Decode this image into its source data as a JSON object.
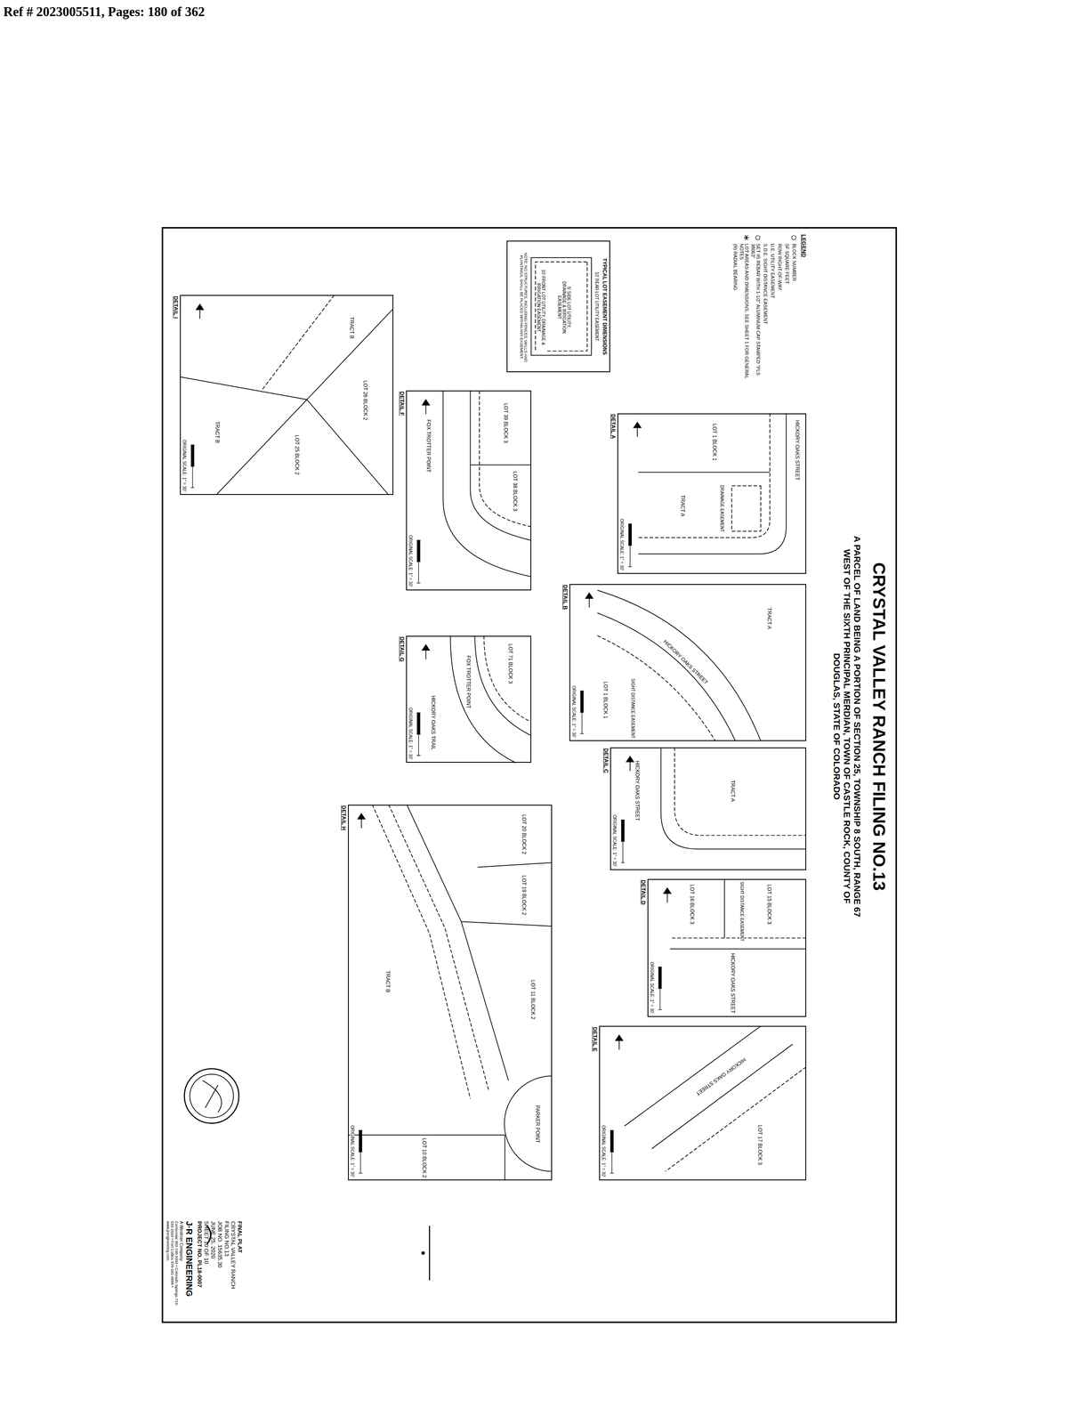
{
  "diagram": {
    "title": "CRYSTAL VALLEY RANCH FILING NO.13",
    "caption": "A PARCEL OF LAND BEING A PORTION OF SECTION 25, TOWNSHIP 8 SOUTH, RANGE 67 WEST OF THE SIXTH PRINCIPAL MERDIAN, TOWN OF CASTLE ROCK, COUNTY OF DOUGLAS, STATE OF COLORADO",
    "nodes": [
      {
        "text": [
          "DETAIL A",
          "ORIGINAL SCALE: 1\" = 30'"
        ]
      },
      {
        "text": [
          "DETAIL B",
          "ORIGINAL SCALE: 1\" = 30'"
        ]
      },
      {
        "text": [
          "DETAIL C",
          "ORIGINAL SCALE: 1\" = 30'"
        ]
      },
      {
        "text": [
          "DETAIL D",
          "ORIGINAL SCALE: 1\" = 30'"
        ]
      },
      {
        "text": [
          "DETAIL E",
          "ORIGINAL SCALE: 1\" = 30'"
        ]
      },
      {
        "text": [
          "DETAIL F",
          "ORIGINAL SCALE: 1\" = 30'"
        ]
      },
      {
        "text": [
          "DETAIL G",
          "ORIGINAL SCALE: 1\" = 30'"
        ]
      },
      {
        "text": [
          "DETAIL H",
          "ORIGINAL SCALE: 1\" = 30'"
        ]
      },
      {
        "text": [
          "DETAIL I",
          "ORIGINAL SCALE: 1\" = 30'"
        ]
      },
      {
        "text": [
          "TYPICAL LOT EASEMENT DIMENSIONS",
          "10' REAR LOT UTILITY EASEMENT",
          "5' SIDE LOT UTILITY, DRAINAGE & IRRIGATION EASEMENT",
          "10' FRONT LOT UTILITY, DRAINAGE & IRRIGATION EASEMENT",
          "NOTE: NO STRUCTURES, INCLUDING FENCES, WALLS AND PLANTINGS, SHALL BE PLACED WITHIN ANY EASEMENT."
        ]
      }
    ],
    "labels": [
      "Ref # 2023005511,  Pages: 180 of 362",
      "HICKORY OAKS STREET",
      "TRACT A",
      "LOT 1 BLOCK 1",
      "DRAINAGE EASEMENT",
      "HICKORY OAKS STREET",
      "TRACT A",
      "LOT 1 BLOCK 1",
      "SIGHT DISTANCE EASEMENT",
      "TRACT A",
      "HICKORY OAKS STREET",
      "LOT 15 BLOCK 3",
      "LOT 16 BLOCK 3",
      "HICKORY OAKS STREET",
      "SIGHT DISTANCE EASEMENT",
      "LOT 17 BLOCK 3",
      "HICKORY OAKS STREET",
      "LOT 39 BLOCK 3",
      "LOT 38 BLOCK 3",
      "FOX TROTTER POINT",
      "LOT 71 BLOCK 3",
      "FOX TROTTER POINT",
      "HICKORY OAKS TRAIL",
      "LOT 20 BLOCK 2",
      "LOT 19 BLOCK 2",
      "LOT 11 BLOCK 2",
      "TRACT B",
      "LOT 10 BLOCK 2",
      "PARKER POINT",
      "LOT 26 BLOCK 2",
      "LOT 25 BLOCK 2",
      "TRACT B",
      "TRACT B",
      "LEGEND",
      "FINAL PLAT",
      "CRYSTAL VALLEY RANCH FILING NO.13",
      "JOB NO. 15635.30",
      "JUNE 25, 2020",
      "SHEET 10 OF 10",
      "PROJECT NO. PL18-0007",
      "J·R ENGINEERING",
      "A Westrian Company",
      "Centennial 303-740-9393 • Colorado Springs 719-593-2593 • Fort Collins 970-491-9888 • www.jrengineering.com"
    ],
    "legend": [
      {
        "text": "BLOCK NUMBER"
      },
      {
        "text": "SF SQUARE FEET"
      },
      {
        "text": "ROW RIGHT-OF-WAY"
      },
      {
        "text": "U.E. UTILITY EASEMENT"
      },
      {
        "text": "S.D.E. SIGHT DISTANCE EASEMENT"
      },
      {
        "text": "SET #5 REBAR WITH 1-1/2\" ALUMINUM CAP STAMPED \"PLS 38063\""
      },
      {
        "text": "LOT AREAS AND DIMENSIONS, SEE SHEET 1 FOR GENERAL NOTES"
      },
      {
        "text": "(R) RADIAL BEARING"
      }
    ]
  }
}
